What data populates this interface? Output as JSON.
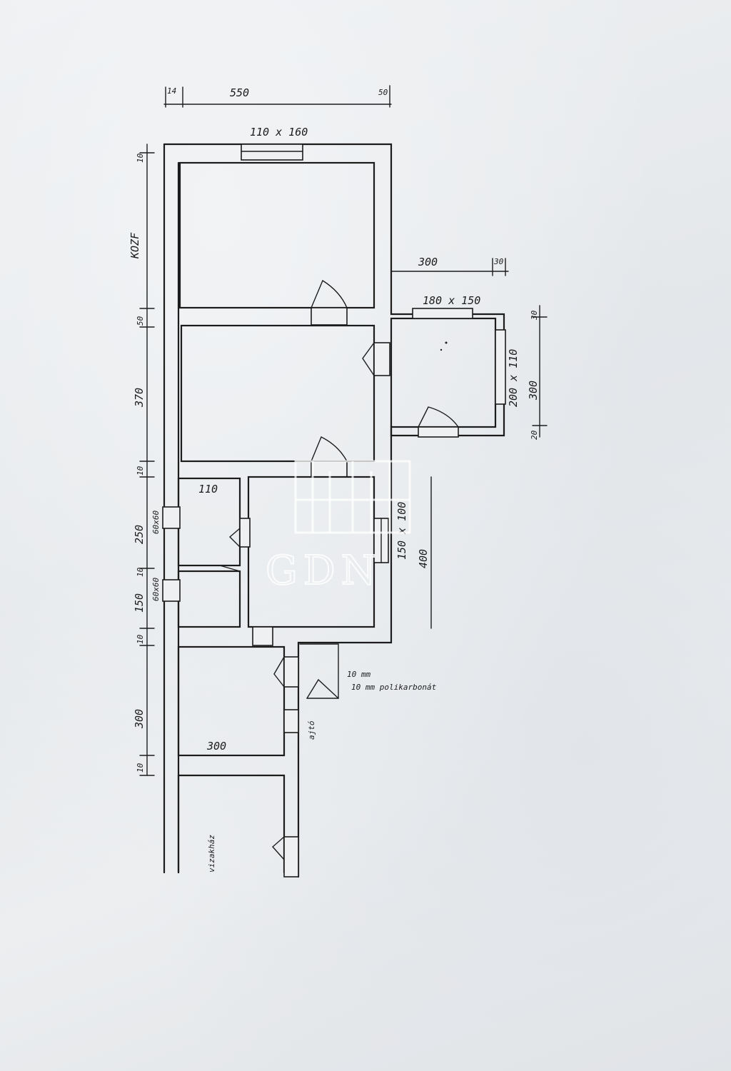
{
  "plan": {
    "top_dims": {
      "left": "14",
      "middle": "550",
      "right": "50"
    },
    "window_top": "110 x 160",
    "side_label": "KOZF",
    "left_dims": [
      "10",
      "50",
      "370",
      "10",
      "250",
      "10",
      "150",
      "10",
      "300",
      "10"
    ],
    "left_window_labels": [
      "60x60",
      "60x60"
    ],
    "annex_dims": {
      "top_a": "300",
      "top_b": "30",
      "side_a": "30",
      "side_b": "300",
      "side_c": "20"
    },
    "annex_window_top": "180 x 150",
    "annex_window_side": "200 x 110",
    "kitchen_window": "150 x 100",
    "kitchen_depth": "400",
    "closet_width": "110",
    "lower_room_width": "300",
    "polycarbonate_note": "10 mm polikarbonát",
    "door_note": "ajtó",
    "shed_label": "vizakház"
  },
  "watermark": {
    "text": "GDN"
  }
}
